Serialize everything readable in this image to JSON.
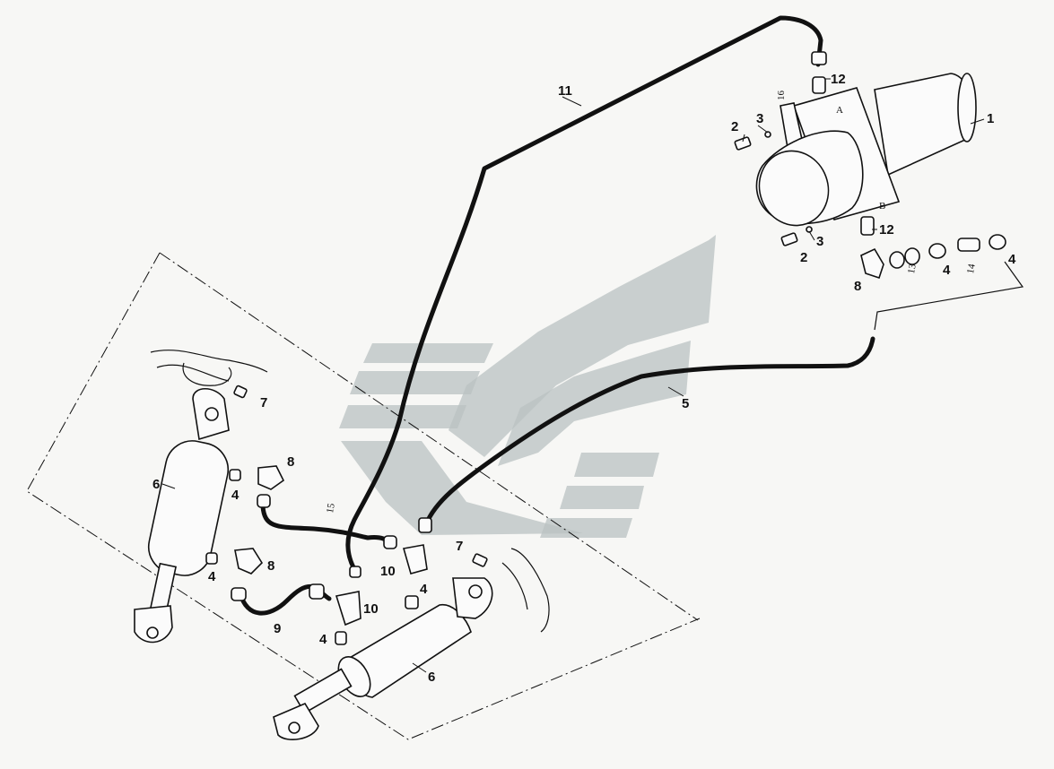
{
  "callouts": {
    "c1": "1",
    "c2a": "2",
    "c2b": "2",
    "c3a": "3",
    "c3b": "3",
    "c4a": "4",
    "c4b": "4",
    "c4c": "4",
    "c4d": "4",
    "c4e": "4",
    "c4f": "4",
    "c5": "5",
    "c6a": "6",
    "c6b": "6",
    "c7a": "7",
    "c7b": "7",
    "c8a": "8",
    "c8b": "8",
    "c8c": "8",
    "c9": "9",
    "c10a": "10",
    "c10b": "10",
    "c11": "11",
    "c12a": "12",
    "c12b": "12",
    "c13": "13",
    "c14": "14",
    "c15": "15",
    "c16": "16",
    "markA": "A",
    "markB": "B"
  },
  "colors": {
    "ink": "#111111",
    "watermark": "#b9c2c2",
    "paper": "#f7f7f5"
  }
}
